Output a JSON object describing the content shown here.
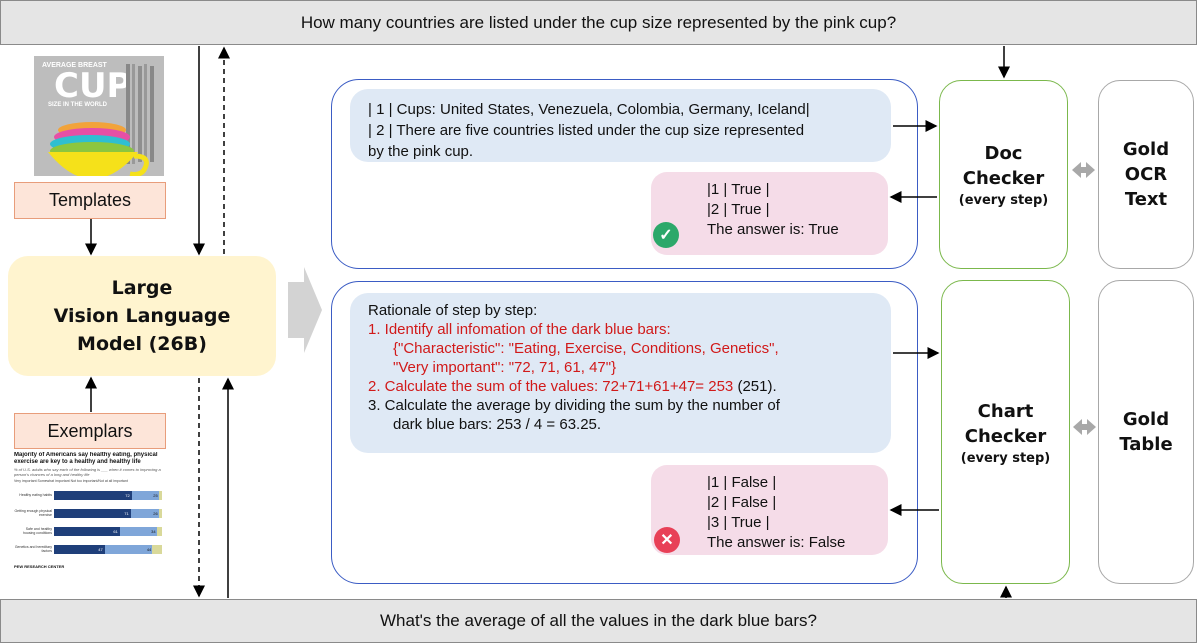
{
  "question_top": "How many countries are listed under the cup size represented by the pink cup?",
  "question_bottom": "What's the average of all the values in the dark blue bars?",
  "templates_label": "Templates",
  "exemplars_label": "Exemplars",
  "model": {
    "line1": "Large",
    "line2": "Vision Language",
    "line3": "Model (26B)"
  },
  "cup_thumb": {
    "line1": "AVERAGE BREAST",
    "line2": "CUP",
    "line3": "SIZE IN THE WORLD"
  },
  "chart_thumb": {
    "title": "Majority of Americans say healthy eating, physical exercise are key to a healthy and healthy life",
    "subtitle": "% of U.S. adults who say each of the following is ___ when it comes to improving a person's chances of a long and healthy life",
    "legend": "Very important   Somewhat important   Not too important/Not at all important",
    "rows": [
      {
        "label": "Healthy eating habits",
        "value": "72",
        "v2": "25"
      },
      {
        "label": "Getting enough physical exercise",
        "value": "71",
        "v2": "26"
      },
      {
        "label": "Safe and healthy housing conditions",
        "value": "61",
        "v2": "34"
      },
      {
        "label": "Genetics and hereditary factors",
        "value": "47",
        "v2": "44"
      }
    ],
    "footer": "PEW RESEARCH CENTER"
  },
  "doc_panel": {
    "steps": [
      "| 1 | Cups: United States, Venezuela, Colombia, Germany, Iceland|",
      "| 2 | There are five countries listed under the cup size represented",
      "by the pink cup."
    ],
    "verdict": [
      "|1 | True |",
      "|2 | True |",
      "The answer is: True"
    ],
    "badge": "✓",
    "badge_color": "#2ca86a"
  },
  "chart_panel": {
    "intro": "Rationale of step by step:",
    "step1a": "1.  Identify all infomation of the dark blue bars:",
    "step1b": "{\"Characteristic\": \"Eating, Exercise, Conditions, Genetics\",",
    "step1c": "\"Very important\": \"72, 71, 61, 47\"}",
    "step2_red": "2.  Calculate the sum of the values: 72+71+61+47= 253",
    "step2_black": " (251).",
    "step3a": "3.  Calculate the average by dividing the sum by the number of",
    "step3b": "dark blue bars: 253 / 4 = 63.25.",
    "verdict": [
      "|1 | False |",
      "|2 | False |",
      "|3 | True |",
      "The answer is: False"
    ],
    "badge": "✕",
    "badge_color": "#e84057"
  },
  "doc_checker": {
    "line1": "Doc",
    "line2": "Checker",
    "sub": "(every step)"
  },
  "chart_checker": {
    "line1": "Chart",
    "line2": "Checker",
    "sub": "(every step)"
  },
  "gold_ocr": {
    "line1": "Gold",
    "line2": "OCR",
    "line3": "Text"
  },
  "gold_table": {
    "line1": "Gold",
    "line2": "Table"
  },
  "colors": {
    "panel_border": "#3b5cc4",
    "checker_border": "#7bb84c",
    "error_red": "#d11a1a"
  }
}
